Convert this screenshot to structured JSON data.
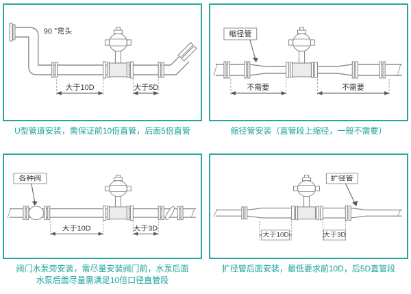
{
  "theme": {
    "accent_border": "#27a79d",
    "caption_color": "#1aa299",
    "line_color": "#8c8c8c"
  },
  "panels": [
    {
      "caption": "U型管道安装，需保证前10倍直管，后面5倍直管",
      "labels": {
        "part": "90 °弯头",
        "dim_left": "大于10D",
        "dim_right": "大于5D"
      }
    },
    {
      "caption": "缩径管安装（直管段上缩径，一般不需要）",
      "labels": {
        "part": "缩径管",
        "dim_left": "不需要",
        "dim_right": "不需要"
      }
    },
    {
      "caption": "阀门水泵旁安装，需尽量安装阀门前，水泵后面",
      "caption2": "水泵后面尽量需满足10倍口径直管段",
      "labels": {
        "part": "各种阀",
        "dim_left": "大于10D",
        "dim_right": "大于3D"
      }
    },
    {
      "caption": "扩径管后面安装，最低要求前10D，后5D直管段",
      "labels": {
        "part": "扩径管",
        "dim_left": "大于10D",
        "dim_right": "大于3D"
      }
    }
  ]
}
